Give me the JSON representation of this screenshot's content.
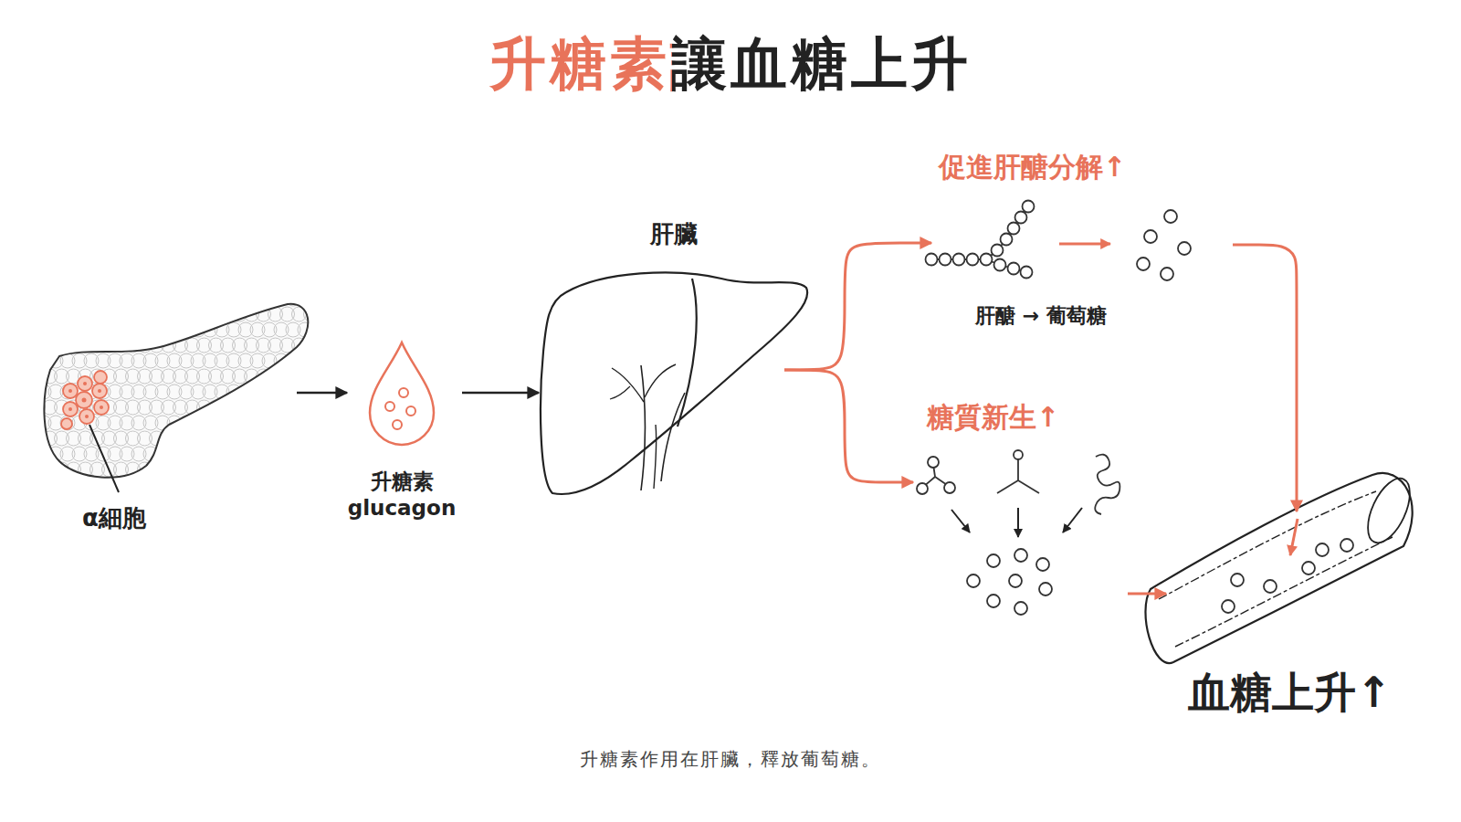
{
  "diagram": {
    "title": "升糖素讓血糖上升",
    "caption": "升糖素作用在肝臟，釋放葡萄糖。",
    "nodes": [
      {
        "text": [
          "α細胞"
        ]
      },
      {
        "text": [
          "升糖素 glucagon"
        ]
      },
      {
        "text": [
          "肝臟"
        ]
      },
      {
        "text": [
          "促進肝醣分解↑",
          "肝醣 → 葡萄糖"
        ]
      },
      {
        "text": [
          "糖質新生↑"
        ]
      },
      {
        "text": [
          "血糖上升↑"
        ]
      }
    ],
    "edges": [
      {
        "from": 0,
        "to": 1,
        "arrow": "to"
      },
      {
        "from": 1,
        "to": 2,
        "arrow": "to"
      },
      {
        "from": 2,
        "to": 3,
        "arrow": "to"
      },
      {
        "from": 2,
        "to": 4,
        "arrow": "to"
      },
      {
        "from": 3,
        "to": 5,
        "arrow": "to"
      },
      {
        "from": 4,
        "to": 5,
        "arrow": "to"
      }
    ]
  }
}
